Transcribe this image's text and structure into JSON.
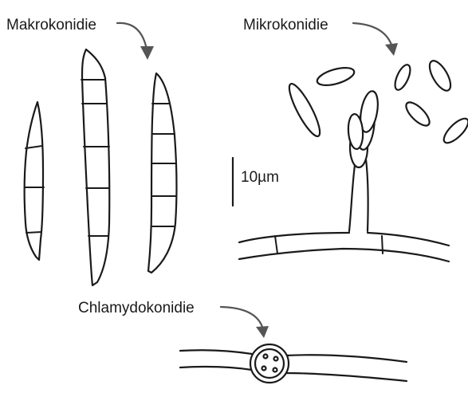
{
  "labels": {
    "macroconidia": "Makrokonidie",
    "microconidia": "Mikrokonidie",
    "chlamydoconidia": "Chlamydokonidie"
  },
  "scale_bar": {
    "label": "10µm"
  },
  "colors": {
    "ink": "#1a1a1a",
    "arrow": "#555555",
    "background": "#ffffff"
  }
}
